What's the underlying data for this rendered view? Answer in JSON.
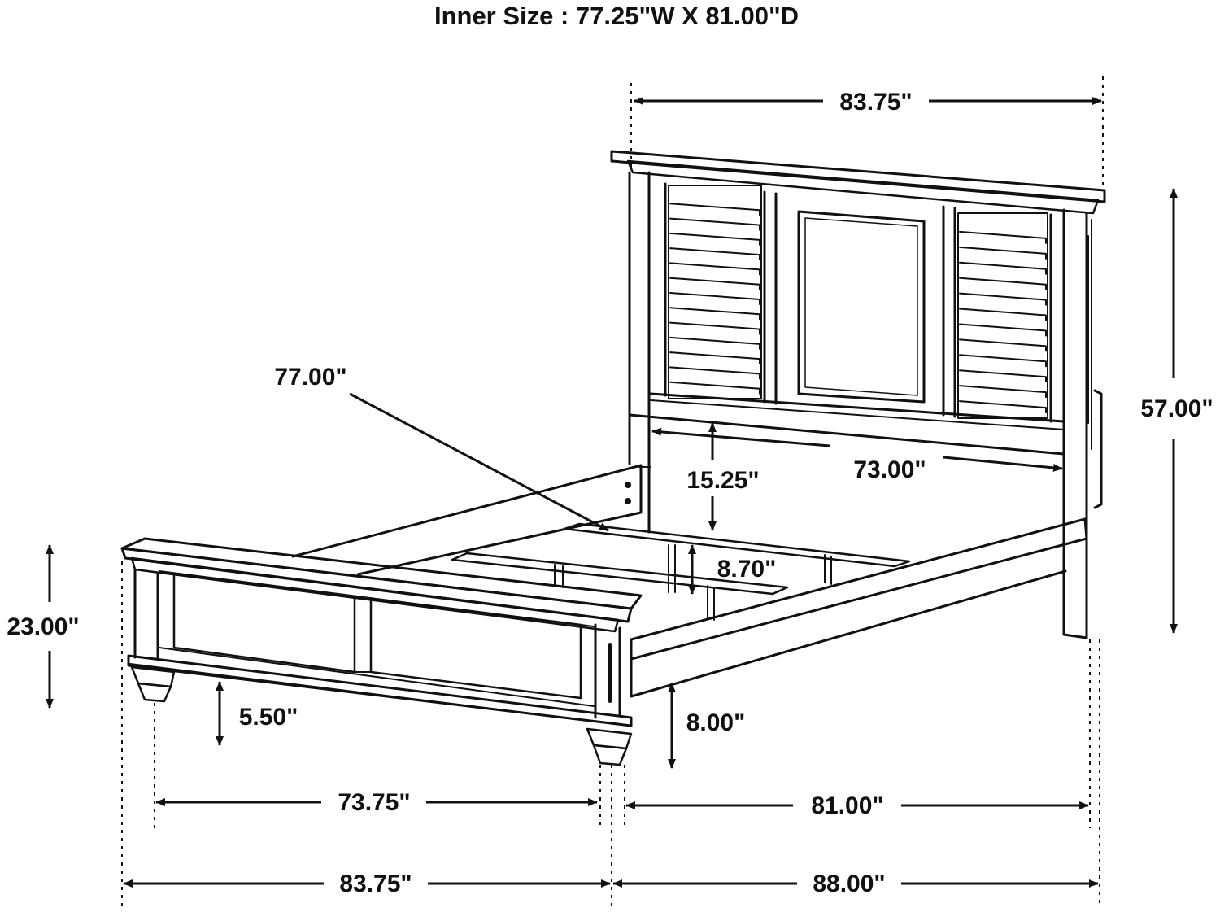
{
  "title": "Inner Size : 77.25\"W X 81.00\"D",
  "dimensions": {
    "headboard_width": "83.75\"",
    "headboard_height": "57.00\"",
    "headboard_inner_width": "73.00\"",
    "headboard_clearance": "15.25\"",
    "slat_length": "77.00\"",
    "rail_height": "8.70\"",
    "footboard_height": "23.00\"",
    "footboard_clearance": "5.50\"",
    "rail_clearance": "8.00\"",
    "footboard_inner_width": "73.75\"",
    "inner_length": "81.00\"",
    "overall_width": "83.75\"",
    "overall_length": "88.00\""
  }
}
